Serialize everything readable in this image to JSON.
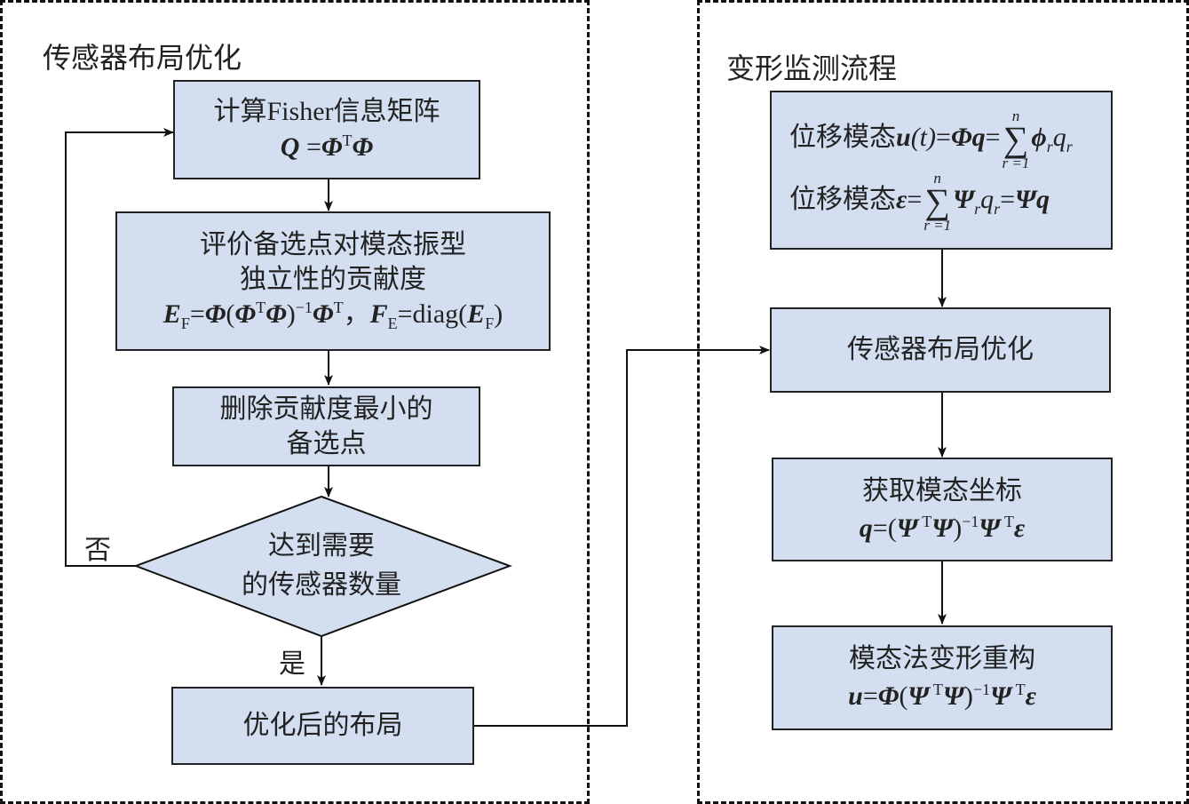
{
  "colors": {
    "box_fill": "#d3dff0",
    "stroke": "#111111"
  },
  "left_panel": {
    "title": "传感器布局优化",
    "nodes": {
      "fisher": {
        "label": "计算Fisher信息矩阵",
        "formula": {
          "lhs": "Q",
          "eq": " =",
          "a": "Φ",
          "t": "T",
          "b": "Φ"
        }
      },
      "evaluate": {
        "line1": "评价备选点对模态振型",
        "line2": "独立性的贡献度",
        "formula": {
          "E": "E",
          "Fsub": "F",
          "eq1": "=",
          "phi": "Φ",
          "open": "(",
          "phi2": "Φ",
          "T1": "T",
          "phi3": "Φ",
          "close": ")",
          "inv": "−1",
          "phi4": "Φ",
          "T2": "T",
          "sep": "，",
          "F": "F",
          "Esub": "E",
          "eq2": "=diag(",
          "E2": "E",
          "Fsub2": "F",
          "end": ")"
        }
      },
      "delete": {
        "line1": "删除贡献度最小的",
        "line2": "备选点"
      },
      "decision": {
        "line1": "达到需要",
        "line2": "的传感器数量"
      },
      "result": {
        "label": "优化后的布局"
      }
    },
    "edge_labels": {
      "no": "否",
      "yes": "是"
    }
  },
  "right_panel": {
    "title": "变形监测流程",
    "nodes": {
      "modes": {
        "line1": {
          "text": "位移模态",
          "u": "u",
          "t": "(t)",
          "eq": "=",
          "Phi": "Φ",
          "q": "q",
          "eq2": "=",
          "upper": "n",
          "lower": "r =1",
          "phi": "ϕ",
          "r": "r",
          "q2": "q",
          "r2": "r"
        },
        "line2": {
          "text": "位移模态",
          "eps": "ε",
          "eq": "=",
          "upper": "n",
          "lower": "r =1",
          "Psi": "Ψ",
          "r": "r",
          "q": "q",
          "r2": "r",
          "eq2": "=",
          "Psi2": "Ψ",
          "q2": "q"
        }
      },
      "optimize": {
        "label": "传感器布局优化"
      },
      "coords": {
        "label": "获取模态坐标",
        "formula": {
          "q": "q",
          "eq": "=(",
          "Psi": "Ψ",
          "T": " T",
          "Psi2": "Ψ",
          "close": ")",
          "inv": "−1",
          "Psi3": "Ψ",
          "T2": " T",
          "eps": "ε"
        }
      },
      "reconstruct": {
        "label": "模态法变形重构",
        "formula": {
          "u": "u",
          "eq": "=",
          "Phi": "Φ",
          "open": "(",
          "Psi": "Ψ",
          "T": " T",
          "Psi2": "Ψ",
          "close": ")",
          "inv": "−1",
          "Psi3": "Ψ",
          "T2": " T",
          "eps": "ε"
        }
      }
    }
  }
}
